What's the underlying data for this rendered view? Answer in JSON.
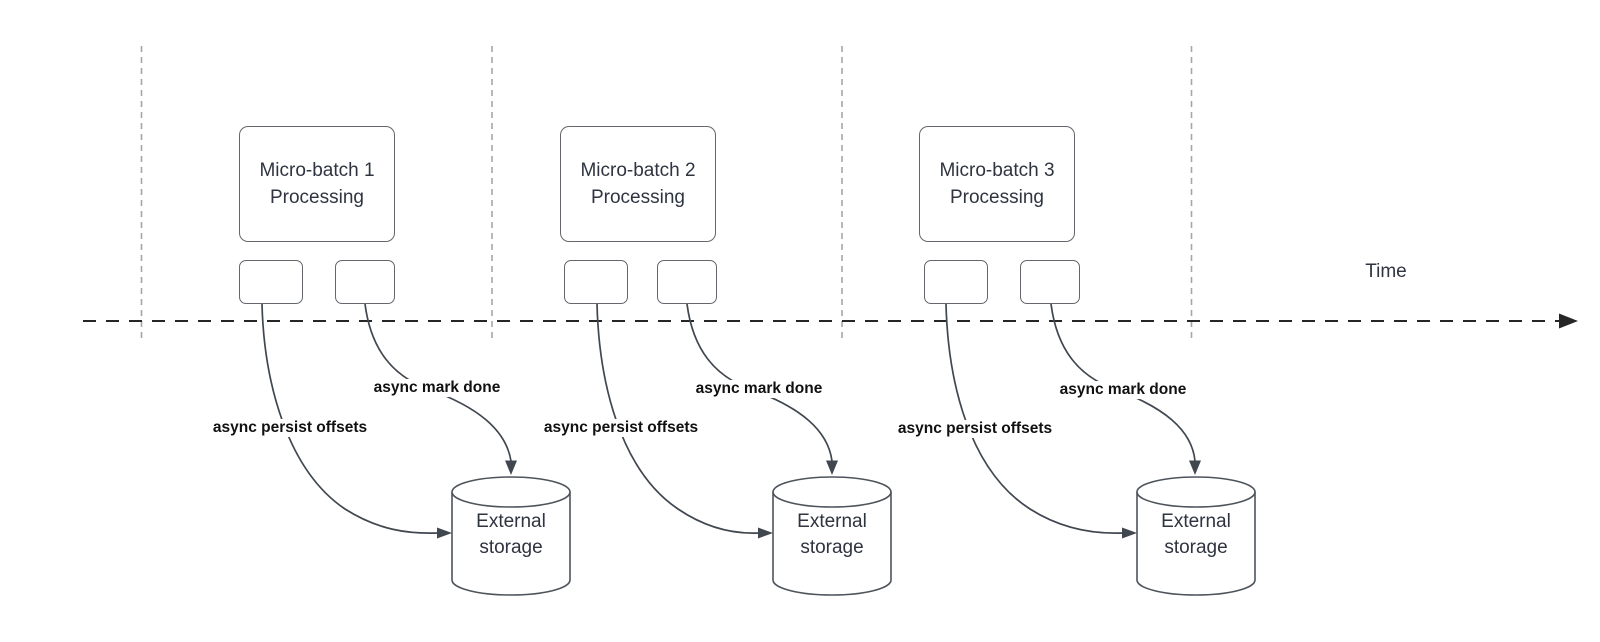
{
  "time_axis": {
    "label": "Time"
  },
  "groups": [
    {
      "processing_label": "Micro-batch 1\nProcessing",
      "persist_arrow_label": "async persist offsets",
      "done_arrow_label": "async mark done",
      "storage_label": "External\nstorage"
    },
    {
      "processing_label": "Micro-batch 2\nProcessing",
      "persist_arrow_label": "async persist offsets",
      "done_arrow_label": "async mark done",
      "storage_label": "External\nstorage"
    },
    {
      "processing_label": "Micro-batch 3\nProcessing",
      "persist_arrow_label": "async persist offsets",
      "done_arrow_label": "async mark done",
      "storage_label": "External\nstorage"
    }
  ],
  "colors": {
    "background": "#ffffff",
    "shape_border": "#63676c",
    "shape_text": "#2e3440",
    "arrow": "#40474f",
    "edge_label_text": "#111111",
    "timeline": "#262626",
    "guide_line": "#a6a6a6"
  }
}
